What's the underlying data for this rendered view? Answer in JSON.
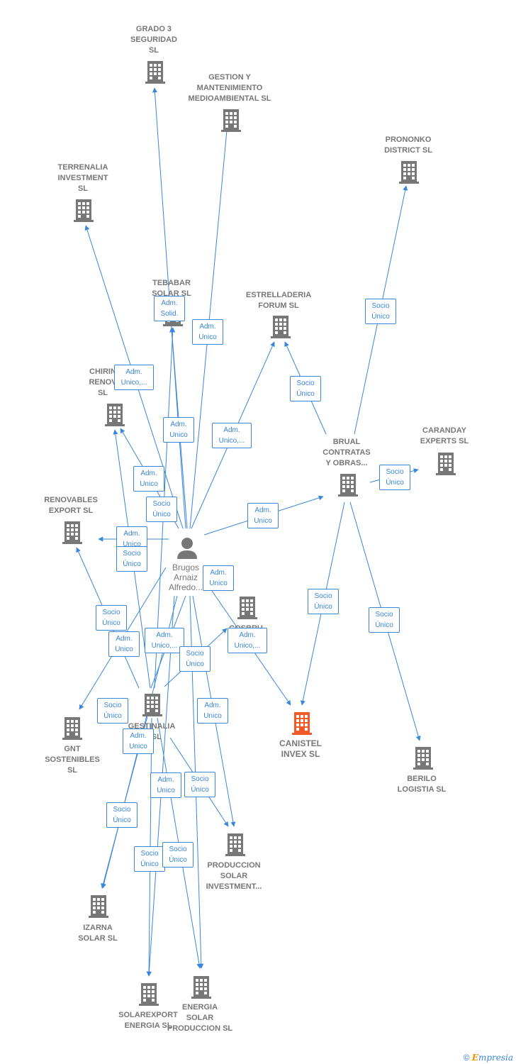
{
  "colors": {
    "edge": "#3a86d8",
    "building": "#777777",
    "focus": "#f05a28",
    "text": "#777777"
  },
  "person": {
    "name": "Brugos\nArnaiz\nAlfredo..."
  },
  "companies": [
    {
      "id": "grado3",
      "label": "GRADO 3\nSEGURIDAD\nSL"
    },
    {
      "id": "gestion",
      "label": "GESTION Y\nMANTENIMIENTO\nMEDIOAMBIENTAL SL"
    },
    {
      "id": "prononko",
      "label": "PRONONKO\nDISTRICT  SL"
    },
    {
      "id": "terrenalia",
      "label": "TERRENALIA\nINVESTMENT\nSL"
    },
    {
      "id": "tebabar",
      "label": "TEBABAR\nSOLAR  SL"
    },
    {
      "id": "estrelladeria",
      "label": "ESTRELLADERIA\nFORUM  SL"
    },
    {
      "id": "chirin",
      "label": "CHIRIN\nRENOV\nSL"
    },
    {
      "id": "brual",
      "label": "BRUAL\nCONTRATAS\nY OBRAS..."
    },
    {
      "id": "caranday",
      "label": "CARANDAY\nEXPERTS  SL"
    },
    {
      "id": "renovables",
      "label": "RENOVABLES\nEXPORT  SL"
    },
    {
      "id": "cosbru",
      "label": "COSBRU\nSL"
    },
    {
      "id": "canistel",
      "label": "CANISTEL\nINVEX  SL"
    },
    {
      "id": "gnt",
      "label": "GNT\nSOSTENIBLES\nSL"
    },
    {
      "id": "gestinalia",
      "label": "GESTINALIA\nIA  SL"
    },
    {
      "id": "berilo",
      "label": "BERILO\nLOGISTIA  SL"
    },
    {
      "id": "produccion",
      "label": "PRODUCCION\nSOLAR\nINVESTMENT..."
    },
    {
      "id": "izarna",
      "label": "IZARNA\nSOLAR  SL"
    },
    {
      "id": "solarexport",
      "label": "SOLAREXPORT\nENERGIA  SL"
    },
    {
      "id": "energia",
      "label": "ENERGIA\nSOLAR\nPRODUCCION SL"
    }
  ],
  "edge_labels": [
    "Adm.\nSolid.",
    "Adm.\nUnico",
    "Socio\nÚnico",
    "Adm.\nUnico,...",
    "Socio\nÚnico",
    "Adm.\nUnico",
    "Adm.\nUnico,...",
    "Adm.\nUnico",
    "Socio\nÚnico",
    "Adm.\nUnico",
    "Socio\nÚnico",
    "Adm.\nUnico",
    "Adm.\nUnico",
    "Socio\nÚnico",
    "Socio\nÚnico",
    "Socio\nÚnico",
    "Adm.\nUnico",
    "Adm.\nUnico,...",
    "Socio\nÚnico",
    "Adm.\nUnico,...",
    "Socio\nÚnico",
    "Adm.\nUnico",
    "Adm.\nUnico",
    "Adm.\nUnico",
    "Socio\nÚnico",
    "Socio\nÚnico",
    "Socio\nÚnico",
    "Socio\nÚnico",
    "Socio\nÚnico"
  ],
  "footer": {
    "copyright": "©",
    "brand_e": "E",
    "brand_rest": "mpresia"
  }
}
